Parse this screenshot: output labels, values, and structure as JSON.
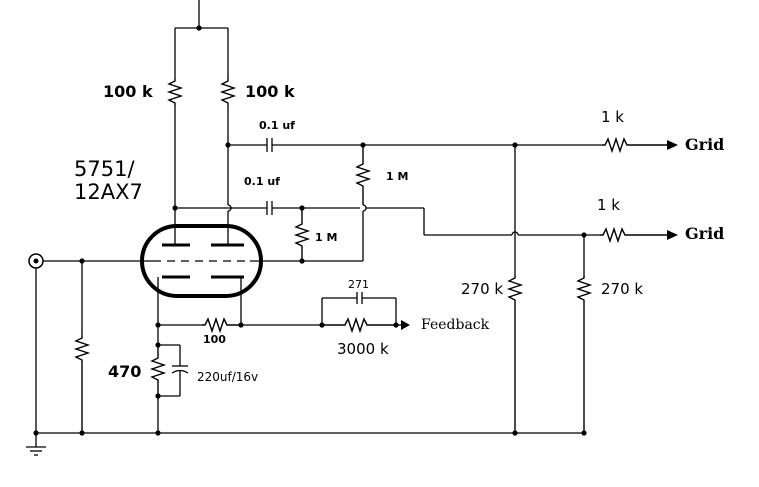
{
  "diagram": {
    "tube_label_line1": "5751/",
    "tube_label_line2": "12AX7",
    "plate_resistor_left": "100 k",
    "plate_resistor_right": "100 k",
    "cap_top": "0.1 uf",
    "cap_bottom": "0.1 uf",
    "grid_leak_top": "1 M",
    "grid_leak_bottom": "1 M",
    "grid_stopper_top": "1 k",
    "grid_stopper_bottom": "1 k",
    "output_top": "Grid",
    "output_bottom": "Grid",
    "load_resistor_left": "270 k",
    "load_resistor_right": "270 k",
    "feedback_cap": "271",
    "feedback_resistor": "3000 k",
    "feedback_output": "Feedback",
    "cathode_link_resistor": "100",
    "cathode_resistor": "470",
    "cathode_cap": "220uf/16v"
  }
}
